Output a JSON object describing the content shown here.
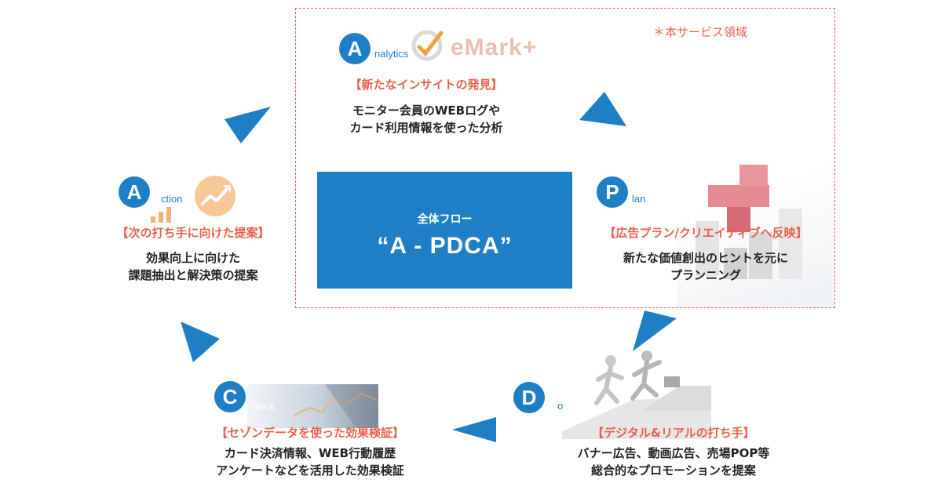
{
  "service_note": "＊本サービス領域",
  "center": {
    "subtitle": "全体フロー",
    "title": "“A - PDCA”"
  },
  "analytics": {
    "letter": "A",
    "suffix": "nalytics",
    "logo": "eMark+",
    "heading": "【新たなインサイトの発見】",
    "desc": [
      "モニター会員のWEBログや",
      "カード利用情報を使った分析"
    ]
  },
  "plan": {
    "letter": "P",
    "suffix": "lan",
    "heading": "【広告プラン/クリエイティブへ反映】",
    "desc": [
      "新たな価値創出のヒントを元に",
      "プランニング"
    ]
  },
  "do": {
    "letter": "D",
    "suffix": "o",
    "heading": "【デジタル&リアルの打ち手】",
    "desc": [
      "バナー広告、動画広告、売場POP等",
      "総合的なプロモーションを提案"
    ]
  },
  "check": {
    "letter": "C",
    "suffix": "heck",
    "heading": "【セゾンデータを使った効果検証】",
    "desc": [
      "カード決済情報、WEB行動履歴",
      "アンケートなどを活用した効果検証"
    ]
  },
  "action": {
    "letter": "A",
    "suffix": "ction",
    "heading": "【次の打ち手に向けた提案】",
    "desc": [
      "効果向上に向けた",
      "課題抽出と解決策の提案"
    ]
  },
  "colors": {
    "accent": "#1f7fc6",
    "heading": "#e8604c"
  }
}
